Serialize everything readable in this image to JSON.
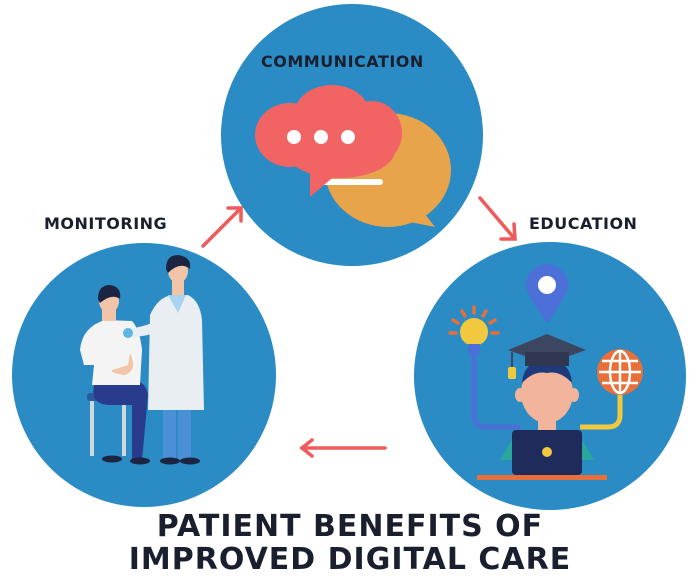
{
  "diagram": {
    "title_line1": "PATIENT BENEFITS OF",
    "title_line2": "IMPROVED DIGITAL CARE",
    "nodes": [
      {
        "id": "communication",
        "label": "COMMUNICATION",
        "icon": "speech-bubbles-icon"
      },
      {
        "id": "education",
        "label": "EDUCATION",
        "icon": "graduate-laptop-icon"
      },
      {
        "id": "monitoring",
        "label": "MONITORING",
        "icon": "doctor-patient-icon"
      }
    ],
    "edges": [
      {
        "from": "monitoring",
        "to": "communication"
      },
      {
        "from": "communication",
        "to": "education"
      },
      {
        "from": "education",
        "to": "monitoring"
      }
    ],
    "colors": {
      "circle": "#2a8bc5",
      "arrow": "#f05a5a",
      "text": "#1a1f2e",
      "bubble_red": "#f26464",
      "bubble_orange": "#e8a44a"
    }
  }
}
